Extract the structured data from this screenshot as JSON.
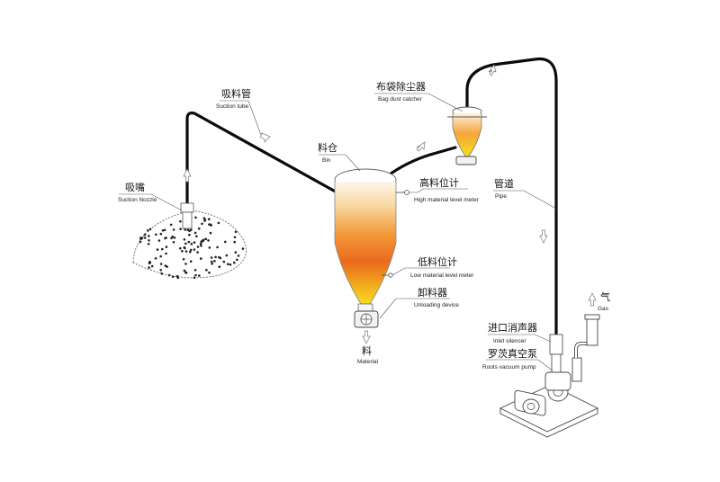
{
  "labels": {
    "suction_nozzle": {
      "zh": "吸嘴",
      "en": "Suction Nozzle"
    },
    "suction_tube": {
      "zh": "吸料管",
      "en": "Suction tube"
    },
    "bin": {
      "zh": "料仓",
      "en": "Bin"
    },
    "bag_dust_catcher": {
      "zh": "布袋除尘器",
      "en": "Bag dust catcher"
    },
    "high_level_meter": {
      "zh": "高料位计",
      "en": "High material level meter"
    },
    "pipe": {
      "zh": "管道",
      "en": "Pipe"
    },
    "low_level_meter": {
      "zh": "低料位计",
      "en": "Low material level meter"
    },
    "unloading_device": {
      "zh": "卸料器",
      "en": "Unloading device"
    },
    "material": {
      "zh": "料",
      "en": "Material"
    },
    "inlet_silencer": {
      "zh": "进口消声器",
      "en": "Inlet silencer"
    },
    "roots_vacuum_pump": {
      "zh": "罗茨真空泵",
      "en": "Roots vacuum pump"
    },
    "gas": {
      "zh": "气",
      "en": "Gas"
    }
  },
  "colors": {
    "pipe": "#0b0b0b",
    "material_top": "#fdf3df",
    "material_mid": "#f6b04a",
    "material_low": "#e8641b",
    "material_bottom": "#f7e214"
  },
  "icons": [
    "flow-arrow-icon",
    "dust-pile-icon",
    "vacuum-pump-icon",
    "rotary-valve-icon"
  ]
}
